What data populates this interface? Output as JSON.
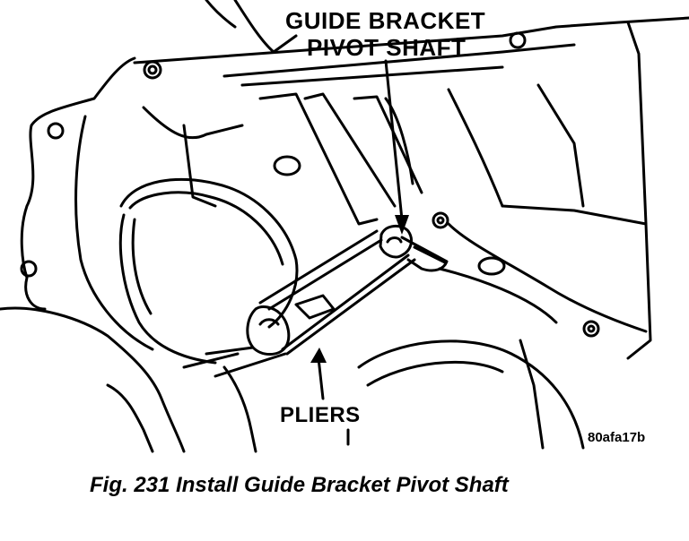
{
  "figure": {
    "callout_guide_bracket_line1": "GUIDE BRACKET",
    "callout_guide_bracket_line2": "PIVOT SHAFT",
    "callout_pliers": "PLIERS",
    "figure_code": "80afa17b",
    "caption": "Fig. 231 Install Guide Bracket Pivot Shaft"
  },
  "colors": {
    "ink": "#000000",
    "paper": "#ffffff"
  }
}
